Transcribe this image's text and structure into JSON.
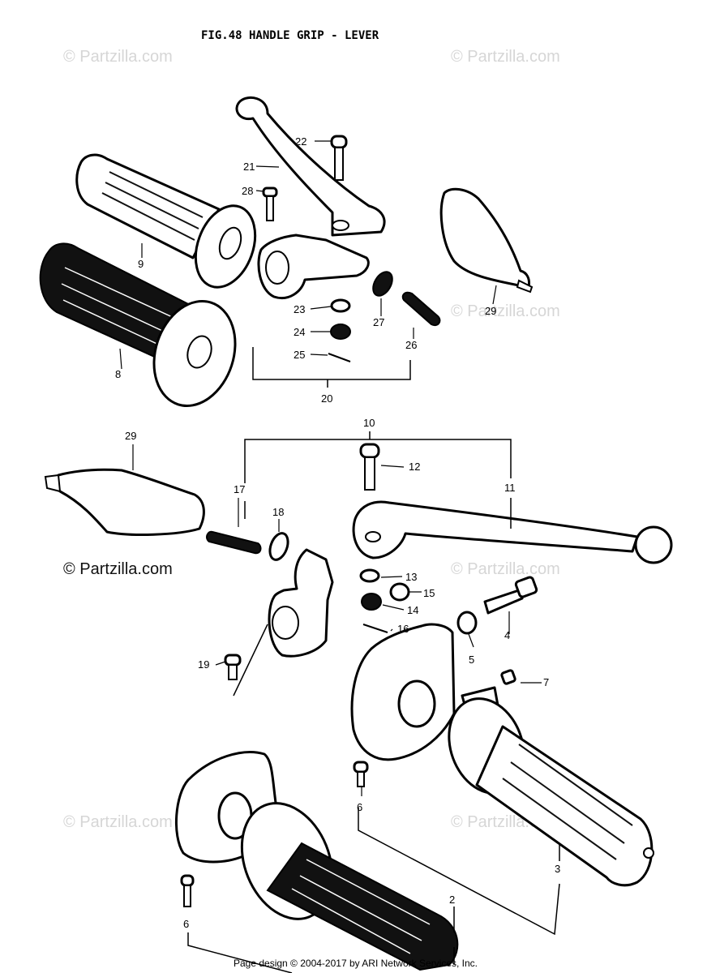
{
  "title": "FIG.48 HANDLE GRIP - LEVER",
  "watermark": "© Partzilla.com",
  "footer": "Page design © 2004-2017 by ARI Network Services, Inc.",
  "callouts": [
    "2",
    "3",
    "4",
    "5",
    "6",
    "6",
    "7",
    "8",
    "9",
    "10",
    "11",
    "12",
    "13",
    "14",
    "15",
    "16",
    "17",
    "18",
    "19",
    "20",
    "21",
    "22",
    "23",
    "24",
    "25",
    "26",
    "27",
    "28",
    "29",
    "29"
  ]
}
